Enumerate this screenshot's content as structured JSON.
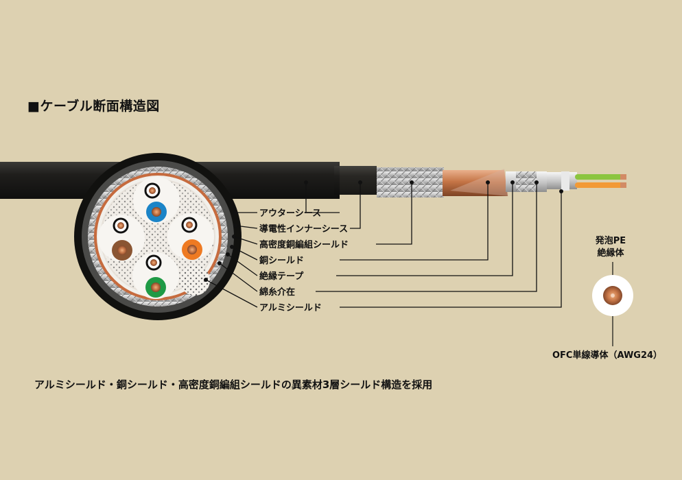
{
  "title": "■ケーブル断面構造図",
  "layers": [
    "アウターシース",
    "導電性インナーシース",
    "高密度銅編組シールド",
    "銅シールド",
    "絶縁テープ",
    "綿糸介在",
    "アルミシールド"
  ],
  "insulation_label": [
    "発泡PE",
    "絶縁体"
  ],
  "conductor_label": "OFC単線導体（AWG24）",
  "caption": "アルミシールド・銅シールド・高密度銅編組シールドの異素材3層シールド構造を採用",
  "colors": {
    "background": "#ddd1b1",
    "outer_sheath": "#1f1e1c",
    "copper": "#b86a3c",
    "insulation": "#ffffff",
    "pair_blue": "#1b84c7",
    "pair_orange": "#ee7a22",
    "pair_brown": "#8a5532",
    "pair_green": "#1f9a45"
  }
}
